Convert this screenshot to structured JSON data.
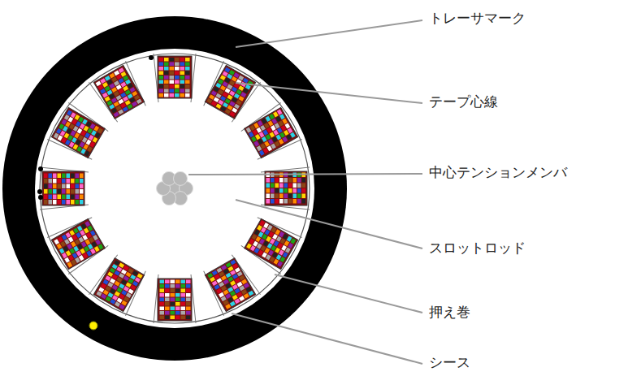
{
  "diagram": {
    "labels": [
      "トレーサマーク",
      "テープ心線",
      "中心テンションメンバ",
      "スロットロッド",
      "押え巻",
      "シース"
    ]
  }
}
